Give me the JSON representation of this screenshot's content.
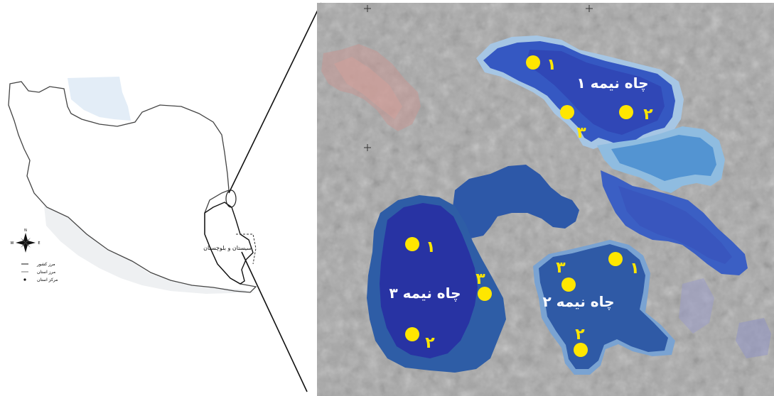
{
  "inset_map": {
    "province_label": "سیستان و بلوچستان",
    "legend": {
      "items": [
        {
          "label": "مرز کشور"
        },
        {
          "label": "مرز استان"
        },
        {
          "label": "مرکز استان"
        }
      ]
    },
    "compass": {
      "north": "N",
      "west": "W",
      "east": "E"
    }
  },
  "satellite_map": {
    "reservoirs": [
      {
        "label": "چاه نیمه ۱",
        "wells": [
          "۱",
          "۲",
          "۳"
        ]
      },
      {
        "label": "چاه نیمه ۲",
        "wells": [
          "۱",
          "۲",
          "۳"
        ]
      },
      {
        "label": "چاه نیمه ۳",
        "wells": [
          "۱",
          "۲",
          "۳"
        ]
      }
    ]
  },
  "colors": {
    "well_marker": "#ffe600",
    "water_deep": "#2c3fa8",
    "water_mid": "#2f63b8",
    "water_shallow": "#6f9fd8",
    "water_edge": "#a9c9e6",
    "background": "#a9a9a9"
  }
}
